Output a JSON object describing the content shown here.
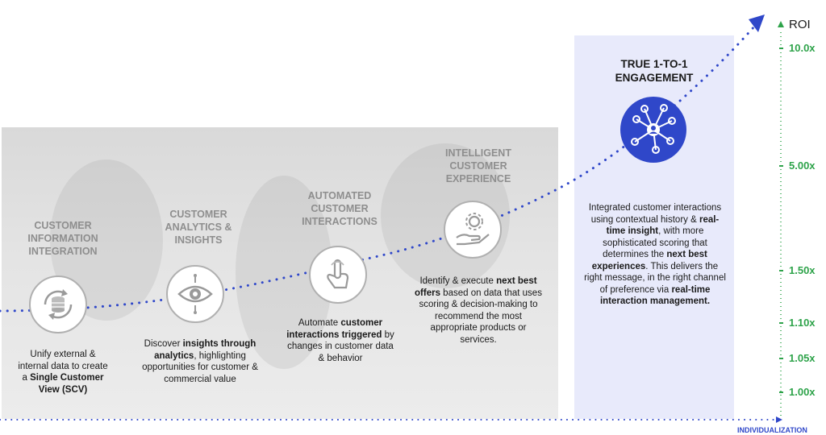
{
  "axis": {
    "y_label": "ROI",
    "x_label": "INDIVIDUALIZATION",
    "ticks": [
      "10.0x",
      "5.00x",
      "1.50x",
      "1.10x",
      "1.05x",
      "1.00x"
    ]
  },
  "stages": [
    {
      "title": [
        "CUSTOMER",
        "INFORMATION",
        "INTEGRATION"
      ],
      "icon": "database-cycle-icon",
      "description_parts": [
        {
          "t": "Unify external & internal data to create a ",
          "b": false
        },
        {
          "t": "Single Customer View (SCV)",
          "b": true
        }
      ]
    },
    {
      "title": [
        "CUSTOMER",
        "ANALYTICS &",
        "INSIGHTS"
      ],
      "icon": "eye-circuit-icon",
      "description_parts": [
        {
          "t": "Discover ",
          "b": false
        },
        {
          "t": "insights through analytics",
          "b": true
        },
        {
          "t": ", highlighting opportunities for customer & commercial value",
          "b": false
        }
      ]
    },
    {
      "title": [
        "AUTOMATED",
        "CUSTOMER",
        "INTERACTIONS"
      ],
      "icon": "pointing-hand-icon",
      "description_parts": [
        {
          "t": "Automate ",
          "b": false
        },
        {
          "t": "customer interactions triggered",
          "b": true
        },
        {
          "t": " by changes in customer data & behavior",
          "b": false
        }
      ]
    },
    {
      "title": [
        "INTELLIGENT",
        "CUSTOMER",
        "EXPERIENCE"
      ],
      "icon": "gear-hand-icon",
      "description_parts": [
        {
          "t": "Identify & execute ",
          "b": false
        },
        {
          "t": "next best offers",
          "b": true
        },
        {
          "t": " based on data that uses scoring & decision-making to recommend the most appropriate products or services.",
          "b": false
        }
      ]
    },
    {
      "title": [
        "TRUE 1-TO-1",
        "ENGAGEMENT"
      ],
      "icon": "network-user-icon",
      "description_parts": [
        {
          "t": "Integrated customer interactions using contextual history & ",
          "b": false
        },
        {
          "t": "real-time insight",
          "b": true
        },
        {
          "t": ", with more sophisticated scoring that determines the ",
          "b": false
        },
        {
          "t": "next best experiences",
          "b": true
        },
        {
          "t": ". This delivers the right message, in the right channel of preference via ",
          "b": false
        },
        {
          "t": "real-time interaction management.",
          "b": true
        }
      ]
    }
  ],
  "colors": {
    "accent": "#2f47c9",
    "tick": "#2ea34a",
    "muted_title": "#8e8e8e",
    "highlight_bg": "#e8eafb"
  }
}
